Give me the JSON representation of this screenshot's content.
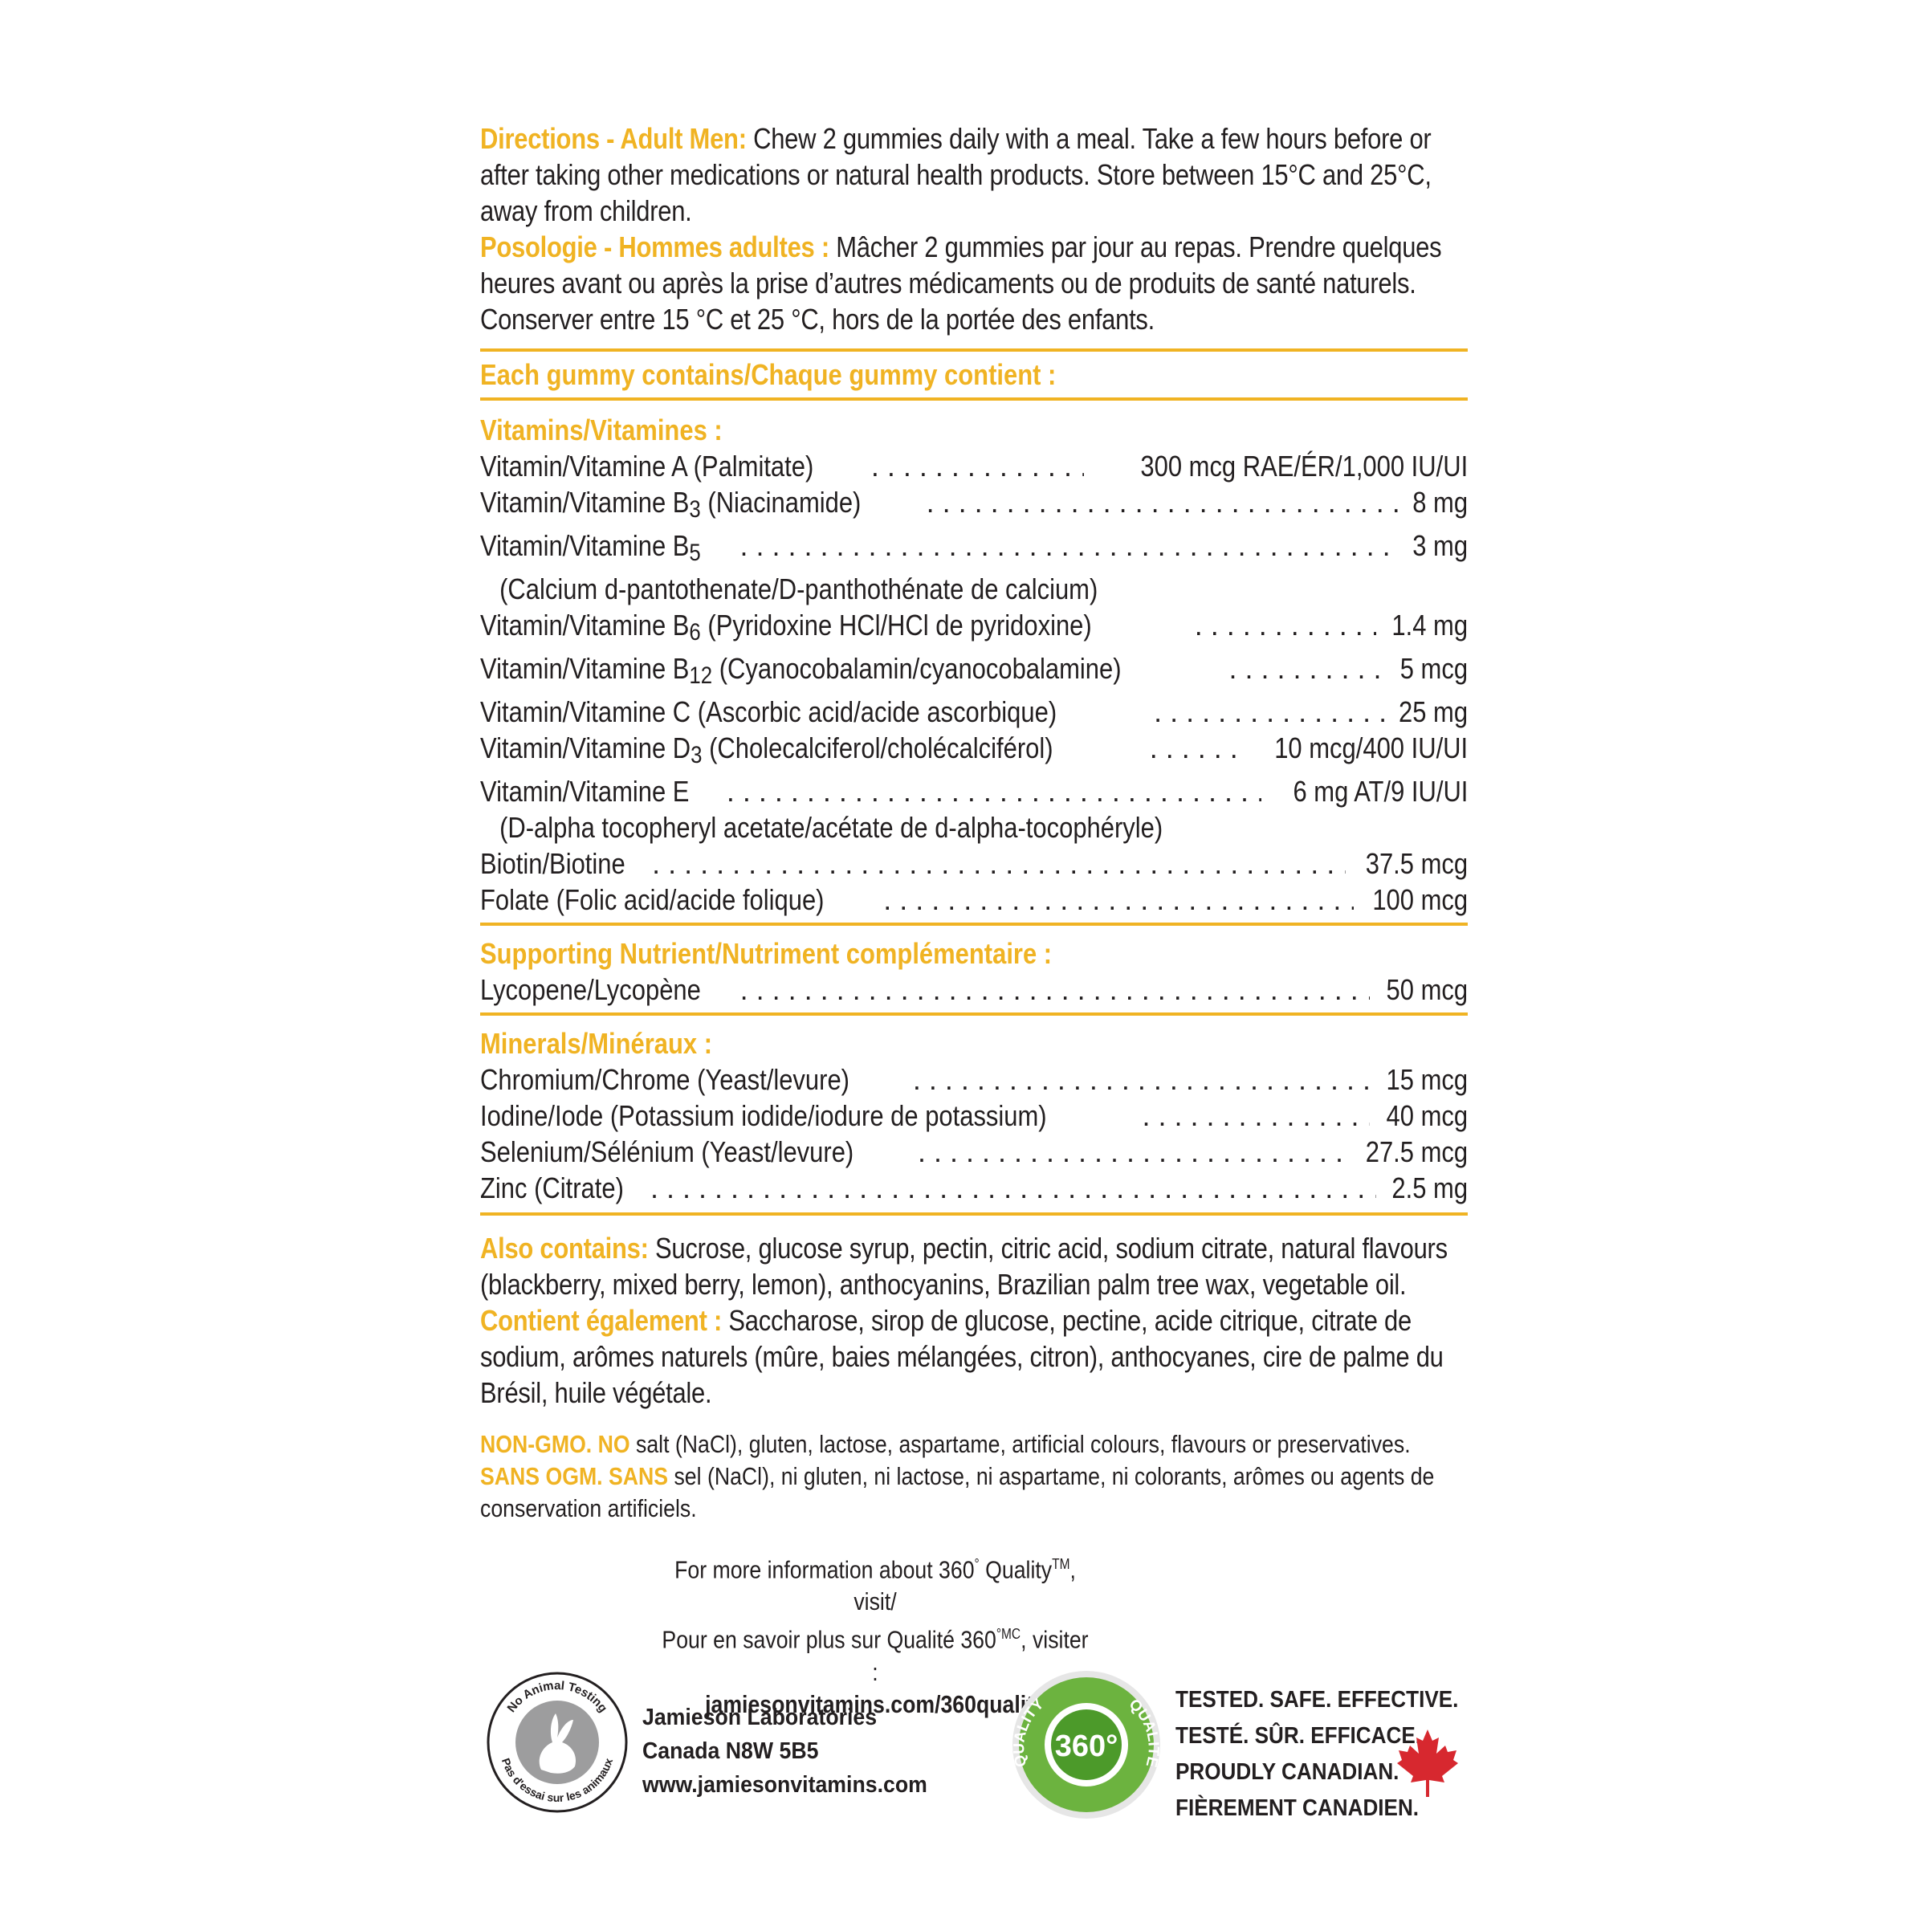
{
  "directions_en": {
    "label": "Directions - Adult Men:",
    "text": " Chew 2 gummies daily with a meal. Take a few hours before or after taking other medications or natural health products. Store between 15°C and 25°C, away from children."
  },
  "directions_fr": {
    "label": "Posologie - Hommes adultes :",
    "text": " Mâcher 2 gummies par jour au repas. Prendre quelques heures avant ou après la prise d’autres médicaments ou de produits de santé naturels. Conserver entre 15 °C et 25 °C, hors de la portée des enfants."
  },
  "contains_heading": "Each gummy contains/Chaque gummy contient :",
  "vitamins": {
    "heading": "Vitamins/Vitamines :",
    "rows": [
      {
        "name": "Vitamin/Vitamine A (Palmitate)",
        "amount": "300 mcg RAE/ÉR/1,000 IU/UI"
      },
      {
        "name_pre": "Vitamin/Vitamine B",
        "sub": "3",
        "name_post": " (Niacinamide)",
        "amount": "8 mg"
      },
      {
        "name_pre": "Vitamin/Vitamine B",
        "sub": "5",
        "name_post": "",
        "amount": "3 mg",
        "note": "(Calcium d-pantothenate/D-panthothénate de calcium)"
      },
      {
        "name_pre": "Vitamin/Vitamine B",
        "sub": "6",
        "name_post": " (Pyridoxine HCl/HCl de pyridoxine)",
        "amount": "1.4 mg"
      },
      {
        "name_pre": "Vitamin/Vitamine B",
        "sub": "12",
        "name_post": " (Cyanocobalamin/cyanocobalamine)",
        "amount": "5 mcg"
      },
      {
        "name": "Vitamin/Vitamine C (Ascorbic acid/acide ascorbique)",
        "amount": "25 mg"
      },
      {
        "name_pre": "Vitamin/Vitamine D",
        "sub": "3",
        "name_post": " (Cholecalciferol/cholécalciférol)",
        "amount": "10 mcg/400 IU/UI"
      },
      {
        "name": "Vitamin/Vitamine E",
        "amount": "6 mg AT/9 IU/UI",
        "note": "(D-alpha tocopheryl acetate/acétate de d-alpha-tocophéryle)"
      },
      {
        "name": "Biotin/Biotine",
        "amount": "37.5 mcg"
      },
      {
        "name": "Folate (Folic acid/acide folique)",
        "amount": "100 mcg"
      }
    ]
  },
  "supporting": {
    "heading": "Supporting Nutrient/Nutriment complémentaire :",
    "rows": [
      {
        "name": "Lycopene/Lycopène",
        "amount": "50 mcg"
      }
    ]
  },
  "minerals": {
    "heading": "Minerals/Minéraux :",
    "rows": [
      {
        "name": "Chromium/Chrome (Yeast/levure)",
        "amount": "15 mcg"
      },
      {
        "name": "Iodine/Iode (Potassium iodide/iodure de potassium)",
        "amount": "40 mcg"
      },
      {
        "name": "Selenium/Sélénium (Yeast/levure)",
        "amount": "27.5 mcg"
      },
      {
        "name": "Zinc (Citrate)",
        "amount": "2.5 mg"
      }
    ]
  },
  "also_contains_en": {
    "label": "Also contains:",
    "text": " Sucrose, glucose syrup, pectin, citric acid, sodium citrate, natural flavours (blackberry, mixed berry, lemon), anthocyanins, Brazilian palm tree wax, vegetable oil."
  },
  "also_contains_fr": {
    "label": "Contient également :",
    "text": " Saccharose, sirop de glucose, pectine, acide citrique, citrate de sodium, arômes naturels (mûre, baies mélangées, citron), anthocyanes, cire de palme du Brésil, huile végétale."
  },
  "free_from_en": {
    "label": "NON-GMO. NO",
    "text": " salt (NaCl), gluten, lactose, aspartame, artificial colours, flavours or preservatives."
  },
  "free_from_fr": {
    "label": "SANS OGM. SANS",
    "text": " sel (NaCl), ni gluten, ni lactose, ni aspartame, ni colorants, arômes ou agents de conservation artificiels."
  },
  "quality_info": {
    "line1_pre": "For more information about 360",
    "line1_deg": "°",
    "line1_mid": " Quality",
    "line1_sup": "TM",
    "line1_post": ", visit/",
    "line2_pre": "Pour en savoir plus sur Qualité 360",
    "line2_sup": "°MC",
    "line2_post": ", visiter :",
    "url": "jamiesonvitamins.com/360quality"
  },
  "no_animal_testing": {
    "top": "No Animal Testing",
    "bottom": "Pas d'essai sur les animaux"
  },
  "lab_address": {
    "name": "Jamieson Laboratories",
    "city": "Canada  N8W 5B5",
    "website": "www.jamiesonvitamins.com"
  },
  "quality_seal": {
    "left": "QUALITY",
    "right": "QUALITÉ",
    "center": "360°"
  },
  "slogans": [
    "TESTED. SAFE. EFFECTIVE.",
    "TESTÉ. SÛR. EFFICACE.",
    "PROUDLY CANADIAN.",
    "FIÈREMENT CANADIEN."
  ],
  "colors": {
    "accent": "#f0b323",
    "text": "#231f20",
    "seal_green": "#6cb33f",
    "leaf_red": "#d7282f"
  }
}
